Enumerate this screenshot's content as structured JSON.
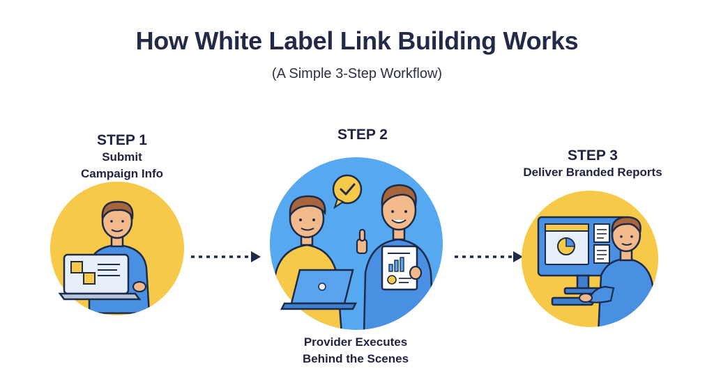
{
  "title": "How White Label Link Building Works",
  "subtitle": "(A Simple 3-Step Workflow)",
  "steps": [
    {
      "number": "STEP 1",
      "line1": "Submit",
      "line2": "Campaign Info"
    },
    {
      "number": "STEP 2",
      "line1": "Provider Executes",
      "line2": "Behind the Scenes"
    },
    {
      "number": "STEP 3",
      "line1": "Deliver Branded Reports",
      "line2": ""
    }
  ],
  "colors": {
    "yellow": "#f7c948",
    "blue": "#56a8f0",
    "outline": "#1d2b48",
    "skin": "#f2b98a",
    "hair": "#a8643a",
    "shirt_blue": "#4a90e2",
    "shirt_yellow": "#f7c948",
    "screen": "#e6eef9"
  }
}
